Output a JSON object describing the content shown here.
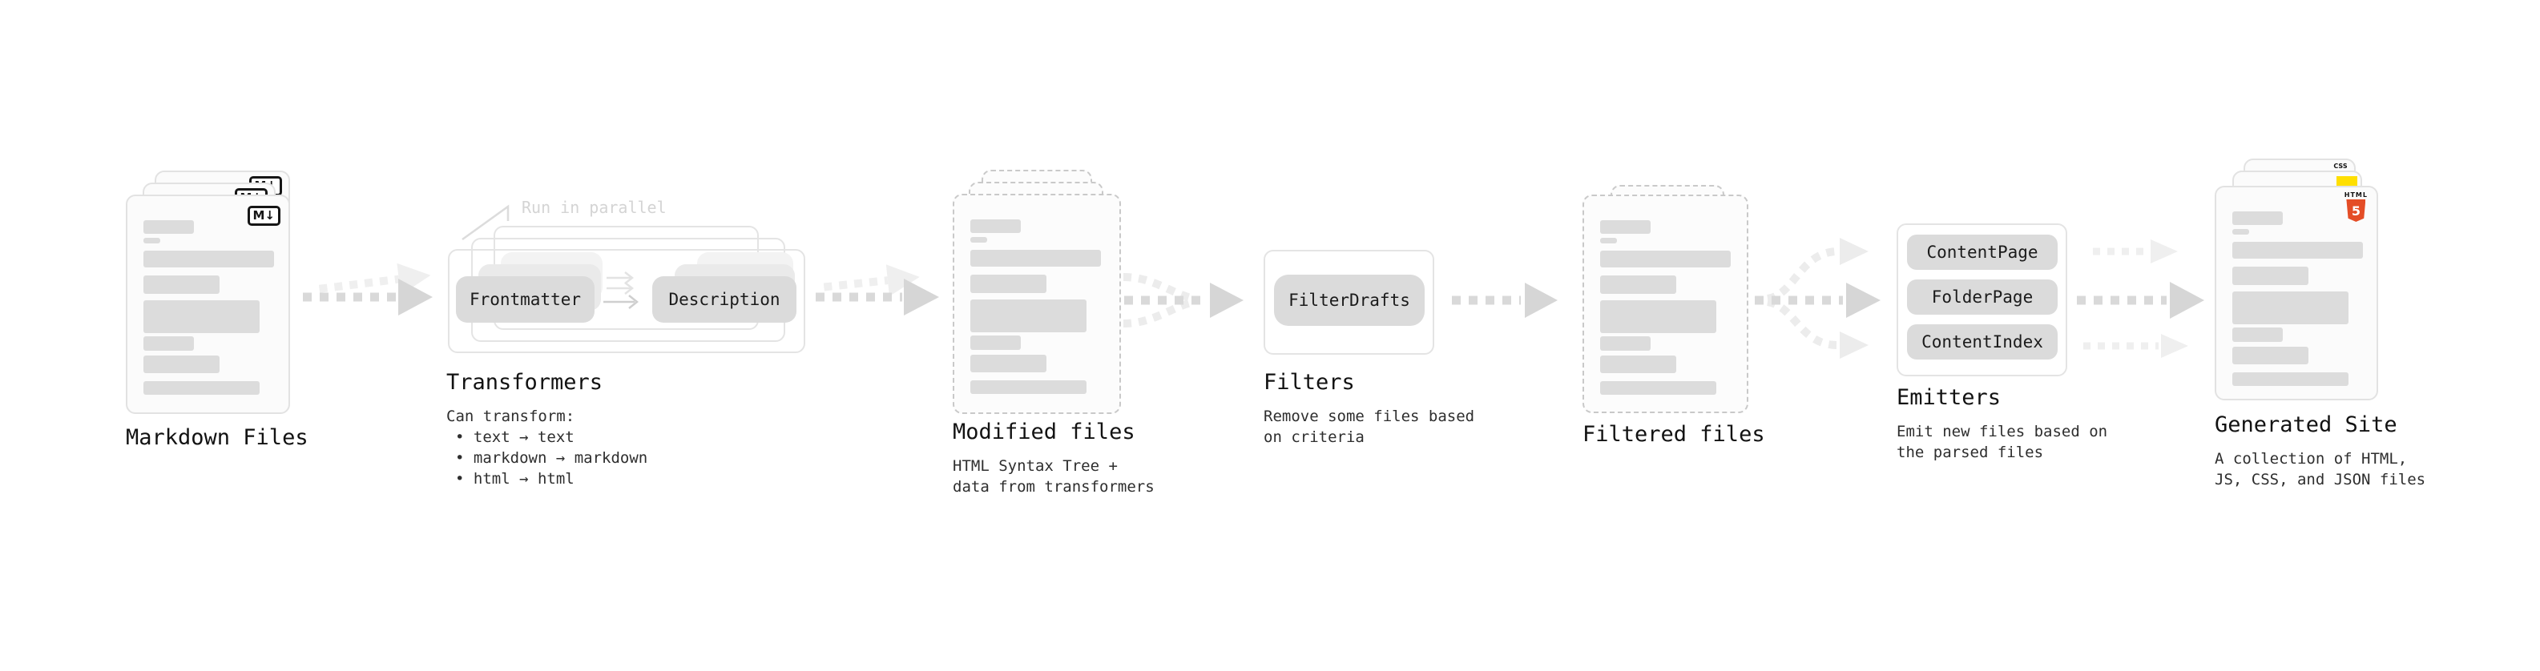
{
  "diagram": {
    "stages": [
      {
        "id": "markdown-files",
        "title": "Markdown Files",
        "badge": "M↓"
      },
      {
        "id": "transformers",
        "title": "Transformers",
        "note": "Run in parallel",
        "pills": [
          "Frontmatter",
          "Description"
        ],
        "description": "Can transform:",
        "bullets": [
          "• text → text",
          "• markdown → markdown",
          "• html → html"
        ]
      },
      {
        "id": "modified-files",
        "title": "Modified files",
        "description": "HTML Syntax Tree +\ndata from transformers"
      },
      {
        "id": "filters",
        "title": "Filters",
        "pills": [
          "FilterDrafts"
        ],
        "description": "Remove some files based\non criteria"
      },
      {
        "id": "filtered-files",
        "title": "Filtered files"
      },
      {
        "id": "emitters",
        "title": "Emitters",
        "pills": [
          "ContentPage",
          "FolderPage",
          "ContentIndex"
        ],
        "description": "Emit new files based on\nthe parsed files"
      },
      {
        "id": "generated-site",
        "title": "Generated Site",
        "description": "A collection of HTML,\nJS, CSS, and JSON files",
        "badges": {
          "css": "CSS",
          "html5_label": "HTML",
          "html5_number": "5"
        }
      }
    ],
    "colors": {
      "background": "#ffffff",
      "card_fill": "#fbfbfb",
      "card_border": "#e2e2e2",
      "dashed_border": "#c9c9c9",
      "placeholder_bar": "#dcdcdc",
      "pill": "#dbdbdb",
      "arrow": "#d9d9d9",
      "arrow_light": "#ececec",
      "note_text": "#d4d4d4",
      "text": "#121212",
      "html5_orange": "#e44d26",
      "js_yellow": "#ffdf00",
      "css_blue": "#2965f1"
    }
  }
}
